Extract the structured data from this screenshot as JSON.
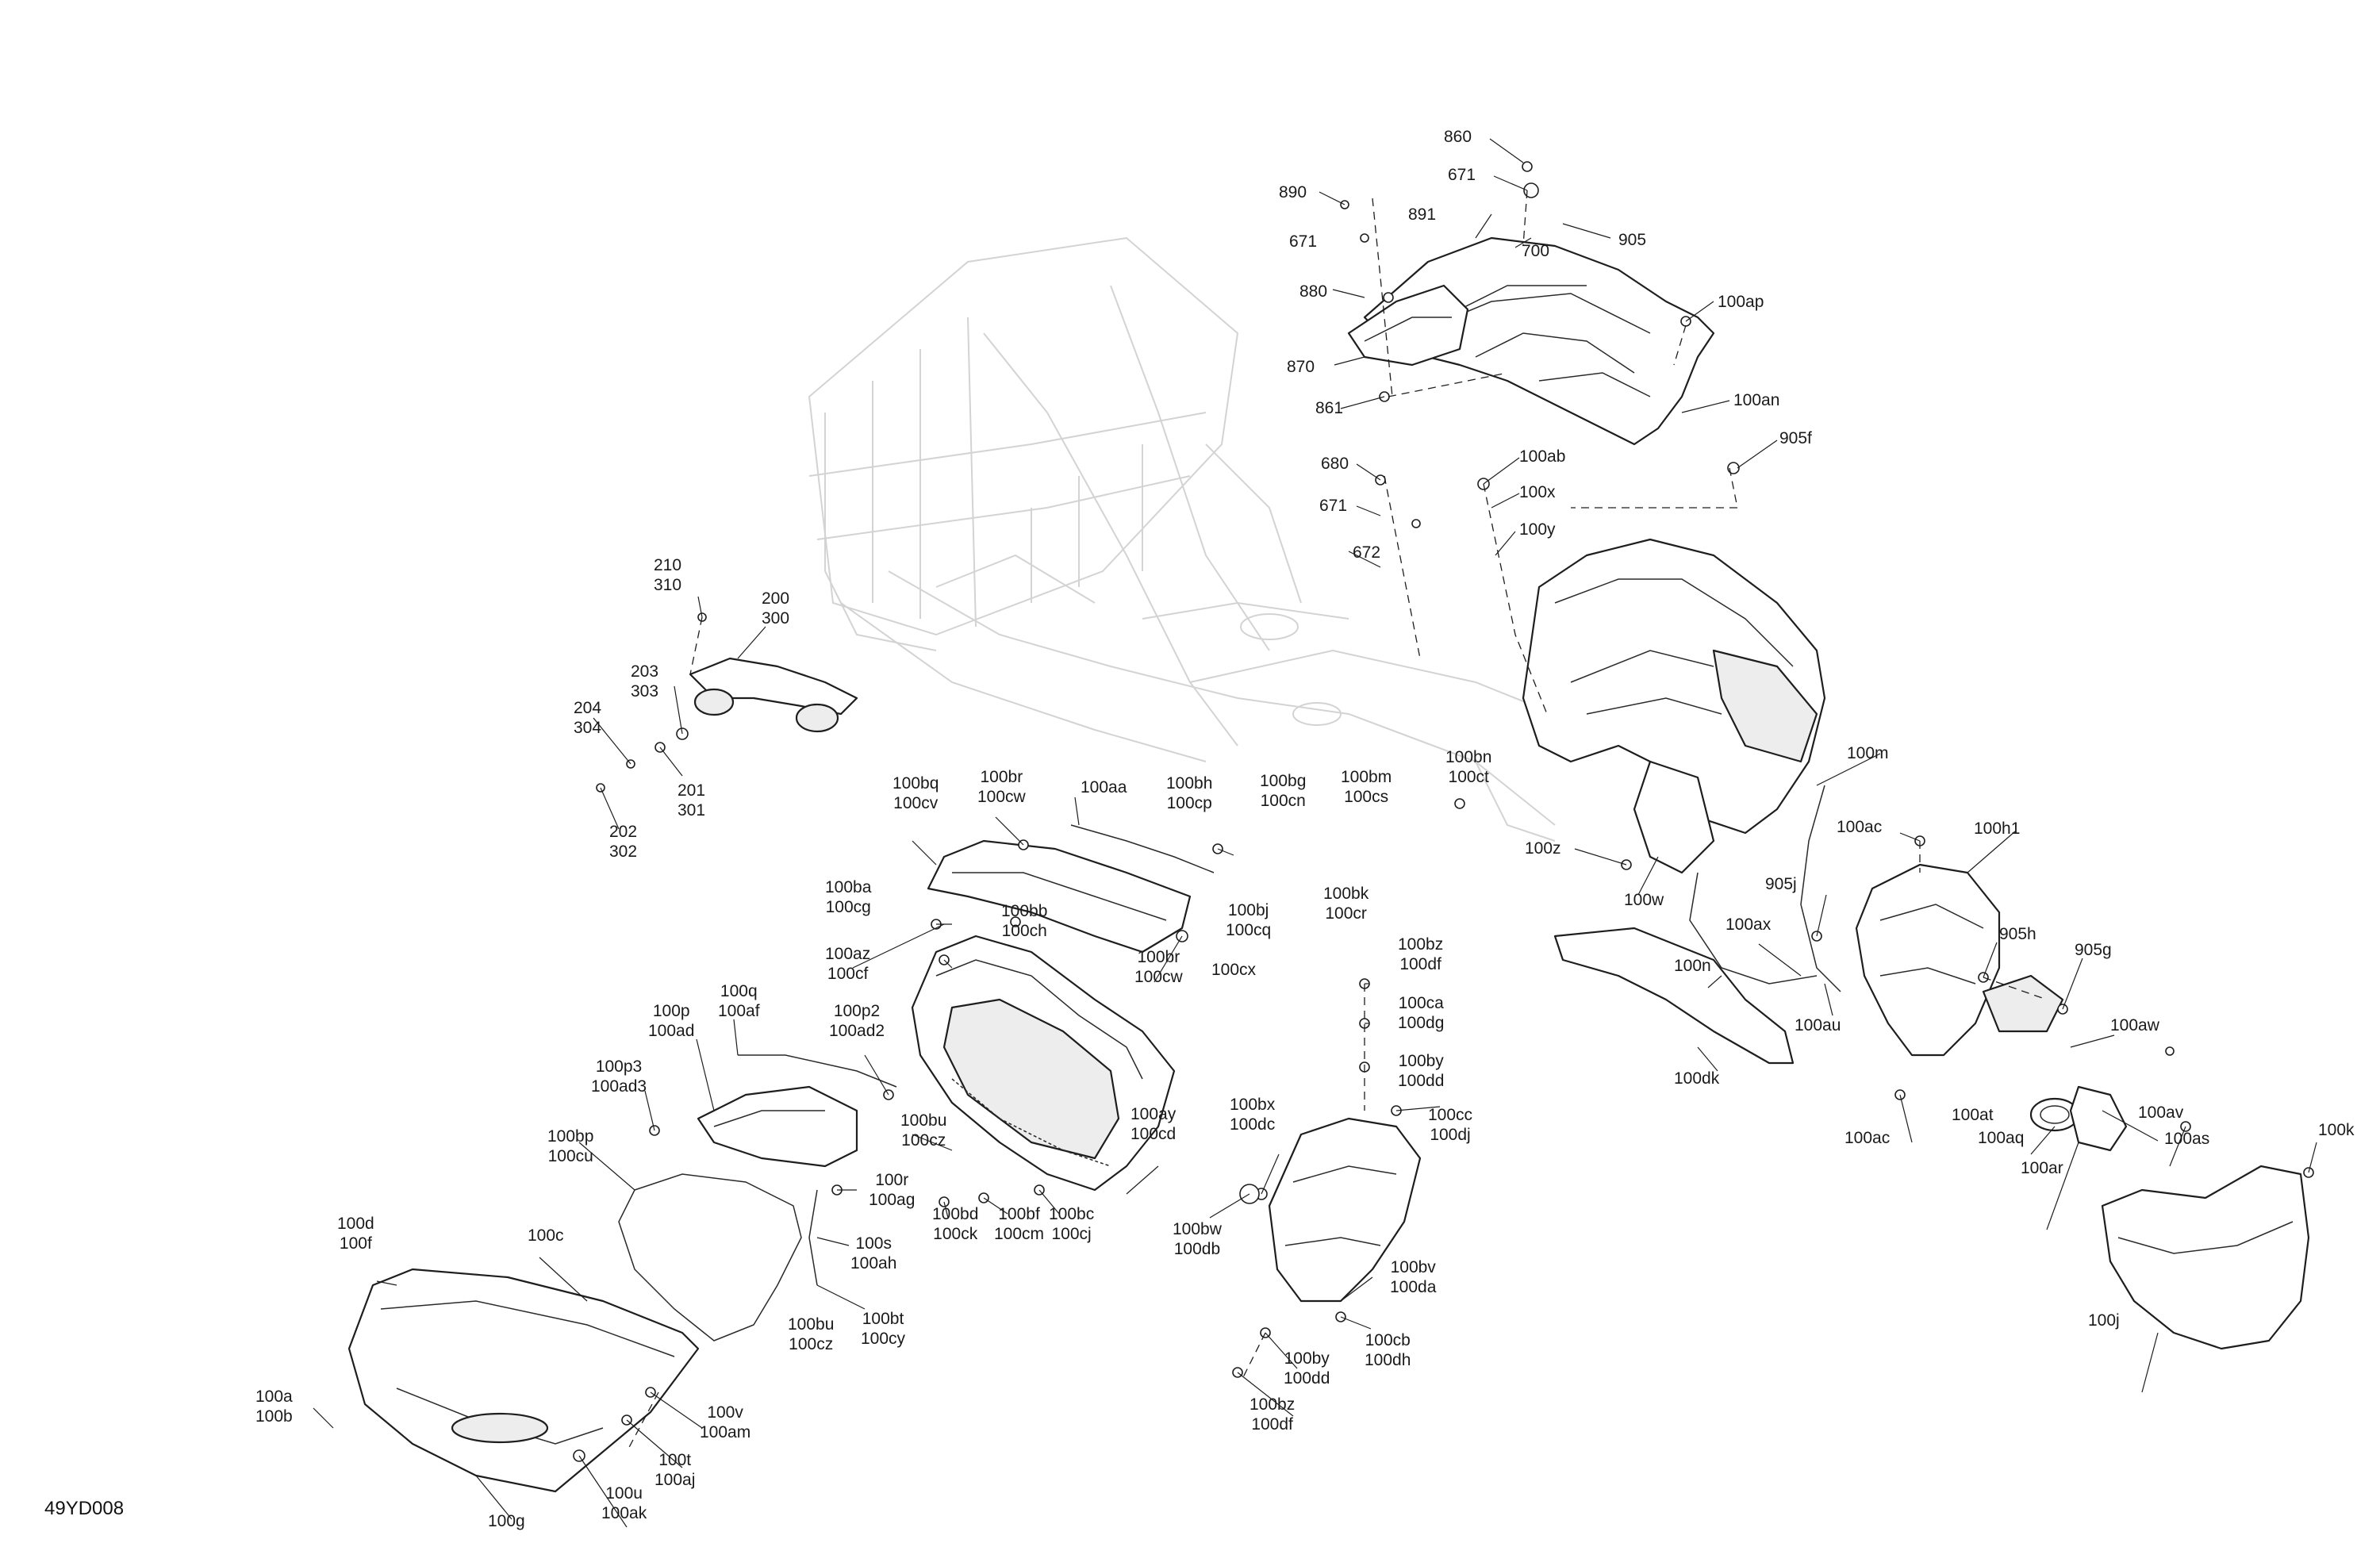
{
  "drawing_code": "49YD008",
  "callouts": [
    {
      "id": "c860",
      "text": "860"
    },
    {
      "id": "c671a",
      "text": "671"
    },
    {
      "id": "c890",
      "text": "890"
    },
    {
      "id": "c891",
      "text": "891"
    },
    {
      "id": "c905",
      "text": "905"
    },
    {
      "id": "c671b",
      "text": "671"
    },
    {
      "id": "c700",
      "text": "700"
    },
    {
      "id": "c880",
      "text": "880"
    },
    {
      "id": "c100ap",
      "text": "100ap"
    },
    {
      "id": "c870",
      "text": "870"
    },
    {
      "id": "c861",
      "text": "861"
    },
    {
      "id": "c100an",
      "text": "100an"
    },
    {
      "id": "c905f",
      "text": "905f"
    },
    {
      "id": "c680",
      "text": "680"
    },
    {
      "id": "c100ab",
      "text": "100ab"
    },
    {
      "id": "c671c",
      "text": "671"
    },
    {
      "id": "c100x",
      "text": "100x"
    },
    {
      "id": "c100y",
      "text": "100y"
    },
    {
      "id": "c672",
      "text": "672"
    },
    {
      "id": "c210",
      "text": "210\n310"
    },
    {
      "id": "c200",
      "text": "200\n300"
    },
    {
      "id": "c203",
      "text": "203\n303"
    },
    {
      "id": "c204",
      "text": "204\n304"
    },
    {
      "id": "c201",
      "text": "201\n301"
    },
    {
      "id": "c202",
      "text": "202\n302"
    },
    {
      "id": "c100bq",
      "text": "100bq\n100cv"
    },
    {
      "id": "c100br",
      "text": "100br\n100cw"
    },
    {
      "id": "c100aa",
      "text": "100aa"
    },
    {
      "id": "c100bh",
      "text": "100bh\n100cp"
    },
    {
      "id": "c100bg",
      "text": "100bg\n100cn"
    },
    {
      "id": "c100bm",
      "text": "100bm\n100cs"
    },
    {
      "id": "c100bn",
      "text": "100bn\n100ct"
    },
    {
      "id": "c100m",
      "text": "100m"
    },
    {
      "id": "c100z",
      "text": "100z"
    },
    {
      "id": "c100w",
      "text": "100w"
    },
    {
      "id": "c100ac_top",
      "text": "100ac"
    },
    {
      "id": "c100h1",
      "text": "100h1"
    },
    {
      "id": "c100ba",
      "text": "100ba\n100cg"
    },
    {
      "id": "c100bb",
      "text": "100bb\n100ch"
    },
    {
      "id": "c100bj",
      "text": "100bj\n100cq"
    },
    {
      "id": "c100bk",
      "text": "100bk\n100cr"
    },
    {
      "id": "c905j",
      "text": "905j"
    },
    {
      "id": "c100ax",
      "text": "100ax"
    },
    {
      "id": "c100az",
      "text": "100az\n100cf"
    },
    {
      "id": "c100br2",
      "text": "100br\n100cw"
    },
    {
      "id": "c100cx",
      "text": "100cx"
    },
    {
      "id": "c100bz_top",
      "text": "100bz\n100df"
    },
    {
      "id": "c100n",
      "text": "100n"
    },
    {
      "id": "c905h",
      "text": "905h"
    },
    {
      "id": "c905g",
      "text": "905g"
    },
    {
      "id": "c100q",
      "text": "100q\n100af"
    },
    {
      "id": "c100p",
      "text": "100p\n100ad"
    },
    {
      "id": "c100p2",
      "text": "100p2\n100ad2"
    },
    {
      "id": "c100ca",
      "text": "100ca\n100dg"
    },
    {
      "id": "c100au",
      "text": "100au"
    },
    {
      "id": "c100aw",
      "text": "100aw"
    },
    {
      "id": "c100p3",
      "text": "100p3\n100ad3"
    },
    {
      "id": "c100by_top",
      "text": "100by\n100dd"
    },
    {
      "id": "c100dk",
      "text": "100dk"
    },
    {
      "id": "c100bx",
      "text": "100bx\n100dc"
    },
    {
      "id": "c100cc",
      "text": "100cc\n100dj"
    },
    {
      "id": "c100at",
      "text": "100at"
    },
    {
      "id": "c100av",
      "text": "100av"
    },
    {
      "id": "c100k",
      "text": "100k"
    },
    {
      "id": "c100bu_top",
      "text": "100bu\n100cz"
    },
    {
      "id": "c100ay",
      "text": "100ay\n100cd"
    },
    {
      "id": "c100bp",
      "text": "100bp\n100cu"
    },
    {
      "id": "c100ac_bot",
      "text": "100ac"
    },
    {
      "id": "c100aq",
      "text": "100aq"
    },
    {
      "id": "c100as",
      "text": "100as"
    },
    {
      "id": "c100r",
      "text": "100r\n100ag"
    },
    {
      "id": "c100ar",
      "text": "100ar"
    },
    {
      "id": "c100d",
      "text": "100d\n100f"
    },
    {
      "id": "c100bd",
      "text": "100bd\n100ck"
    },
    {
      "id": "c100bf",
      "text": "100bf\n100cm"
    },
    {
      "id": "c100bc",
      "text": "100bc\n100cj"
    },
    {
      "id": "c100bw",
      "text": "100bw\n100db"
    },
    {
      "id": "c100c",
      "text": "100c"
    },
    {
      "id": "c100s",
      "text": "100s\n100ah"
    },
    {
      "id": "c100bv",
      "text": "100bv\n100da"
    },
    {
      "id": "c100bu_bot",
      "text": "100bu\n100cz"
    },
    {
      "id": "c100bt",
      "text": "100bt\n100cy"
    },
    {
      "id": "c100cb",
      "text": "100cb\n100dh"
    },
    {
      "id": "c100j",
      "text": "100j"
    },
    {
      "id": "c100by_bot",
      "text": "100by\n100dd"
    },
    {
      "id": "c100a",
      "text": "100a\n100b"
    },
    {
      "id": "c100v",
      "text": "100v\n100am"
    },
    {
      "id": "c100bz_bot",
      "text": "100bz\n100df"
    },
    {
      "id": "c100t",
      "text": "100t\n100aj"
    },
    {
      "id": "c100u",
      "text": "100u\n100ak"
    },
    {
      "id": "c100g",
      "text": "100g"
    }
  ]
}
